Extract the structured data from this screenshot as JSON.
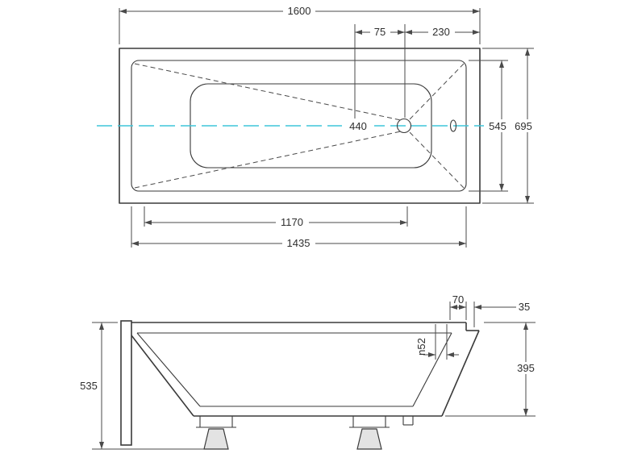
{
  "colors": {
    "line": "#3a3a3a",
    "centerline": "#3fc6da",
    "text": "#2e2e2e",
    "background": "#ffffff"
  },
  "top_view": {
    "overall_length": "1600",
    "drain_offset": "75",
    "drain_to_edge": "230",
    "center_width": "440",
    "inner_width": "545",
    "overall_width": "695",
    "bottom_length": "1170",
    "inner_length": "1435"
  },
  "side_view": {
    "rim_width": "70",
    "lip_overhang": "35",
    "overflow_diameter": "n52",
    "inner_depth": "395",
    "total_height": "535"
  }
}
